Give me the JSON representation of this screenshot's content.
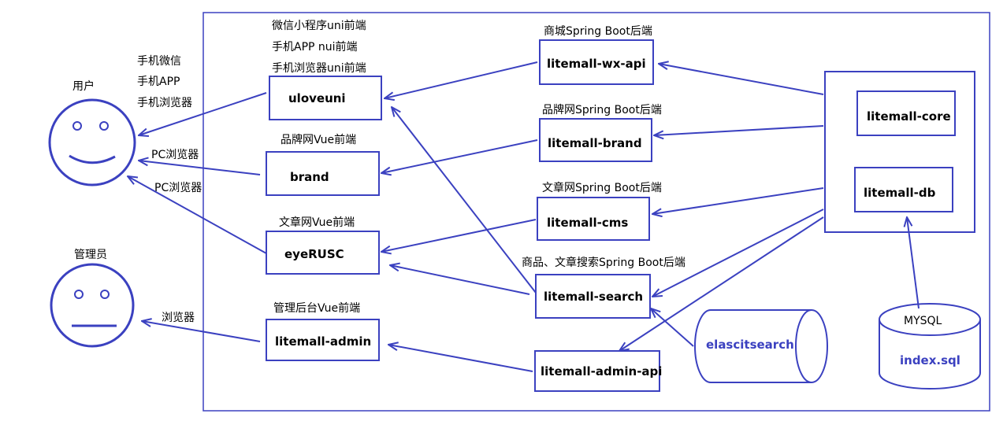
{
  "actors": {
    "user": {
      "label": "用户",
      "clients": [
        "手机微信",
        "手机APP",
        "手机浏览器"
      ]
    },
    "admin": {
      "label": "管理员"
    }
  },
  "edge_labels": {
    "pc1": "PC浏览器",
    "pc2": "PC浏览器",
    "browser": "浏览器"
  },
  "frontends": {
    "uloveuni": {
      "name": "uloveuni",
      "captions": [
        "微信小程序uni前端",
        "手机APP nui前端",
        "手机浏览器uni前端"
      ]
    },
    "brand": {
      "name": "brand",
      "caption": "品牌网Vue前端"
    },
    "eyerusc": {
      "name": "eyeRUSC",
      "caption": "文章网Vue前端"
    },
    "admin": {
      "name": "litemall-admin",
      "caption": "管理后台Vue前端"
    }
  },
  "backends": {
    "wx": {
      "name": "litemall-wx-api",
      "caption": "商城Spring Boot后端"
    },
    "brand": {
      "name": "litemall-brand",
      "caption": "品牌网Spring Boot后端"
    },
    "cms": {
      "name": "litemall-cms",
      "caption": "文章网Spring Boot后端"
    },
    "search": {
      "name": "litemall-search",
      "caption": "商品、文章搜索Spring Boot后端"
    },
    "admin_api": {
      "name": "litemall-admin-api"
    }
  },
  "core": {
    "core": "litemall-core",
    "db": "litemall-db"
  },
  "storage": {
    "es": "elascitsearch",
    "mysql_label": "MYSQL",
    "mysql_file": "index.sql"
  },
  "colors": {
    "stroke": "#3b41c0",
    "text": "#000000"
  }
}
